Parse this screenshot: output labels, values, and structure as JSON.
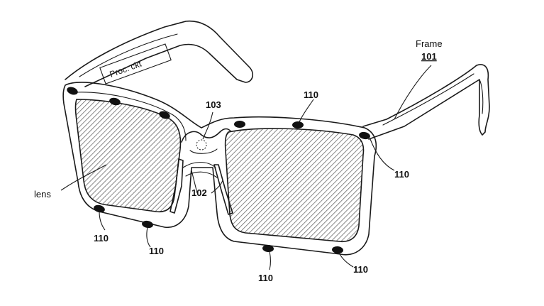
{
  "labels": {
    "frame_text": "Frame",
    "frame_ref": "101",
    "proc_ckt": "Proc. ckt",
    "ref_103": "103",
    "ref_102": "102",
    "lens_text": "lens",
    "sensor_ref": "110"
  },
  "colors": {
    "line": "#1a1a1a",
    "sensor": "#111111",
    "background": "#ffffff"
  }
}
